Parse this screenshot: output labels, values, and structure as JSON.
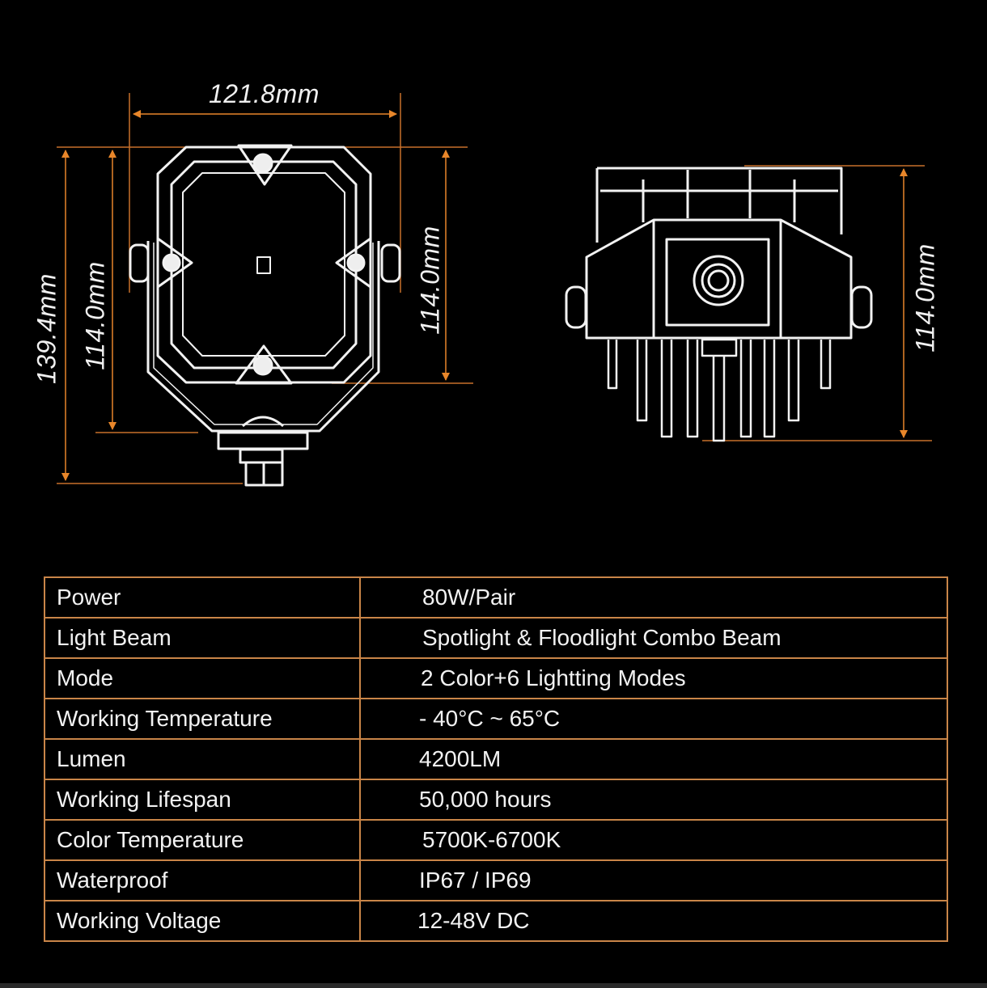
{
  "diagram": {
    "front_view": {
      "width_label": "121.8mm",
      "total_height_label": "139.4mm",
      "body_height_label": "114.0mm",
      "housing_height_label": "114.0mm"
    },
    "side_view": {
      "height_label": "114.0mm"
    },
    "colors": {
      "dimension_line": "#e8862a",
      "drawing_line": "#f2f2f2",
      "table_border": "#c98548",
      "background": "#000000"
    }
  },
  "specs": {
    "rows": [
      {
        "label": "Power",
        "value": "80W/Pair"
      },
      {
        "label": "Light Beam",
        "value": "Spotlight & Floodlight Combo Beam"
      },
      {
        "label": "Mode",
        "value": "2 Color+6 Lightting Modes"
      },
      {
        "label": "Working Temperature",
        "value": "- 40°C ~ 65°C"
      },
      {
        "label": "Lumen",
        "value": "4200LM"
      },
      {
        "label": "Working Lifespan",
        "value": "50,000 hours"
      },
      {
        "label": "Color Temperature",
        "value": "5700K-6700K"
      },
      {
        "label": "Waterproof",
        "value": "IP67 / IP69"
      },
      {
        "label": "Working Voltage",
        "value": "12-48V DC"
      }
    ]
  }
}
